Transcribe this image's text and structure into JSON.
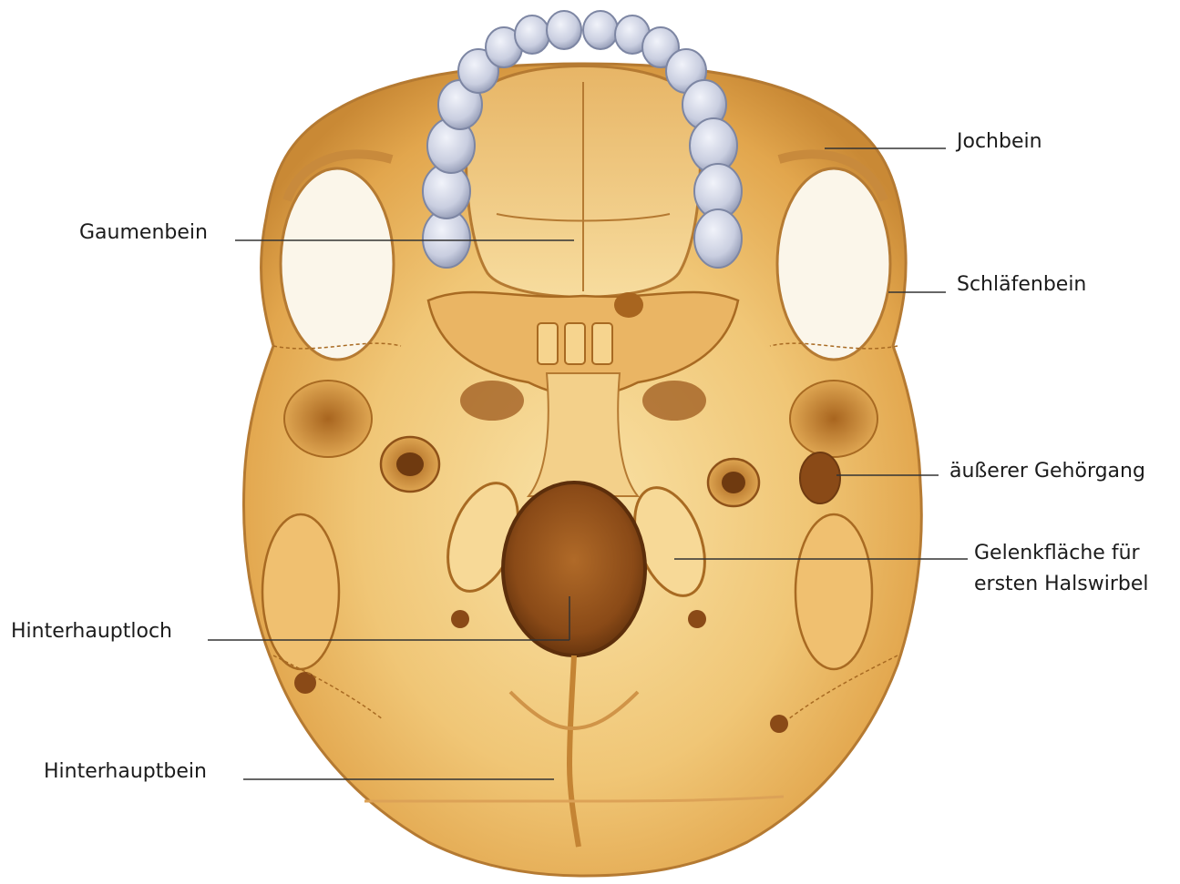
{
  "labels": {
    "jochbein": "Jochbein",
    "gaumenbein": "Gaumenbein",
    "schlaefenbein": "Schläfenbein",
    "gehoergang": "äußerer Gehörgang",
    "gelenkflaeche_line1": "Gelenkfläche für",
    "gelenkflaeche_line2": "ersten Halswirbel",
    "hinterhauptloch": "Hinterhauptloch",
    "hinterhauptbein": "Hinterhauptbein"
  },
  "colors": {
    "bone_light": "#f6d796",
    "bone_mid": "#e9b45a",
    "bone_dark": "#b9762a",
    "shadow": "#8a4f16",
    "teeth": "#c7ccdd",
    "teeth_shade": "#9aa2bb",
    "foramen": "#7e4315",
    "leader_line": "#333333"
  }
}
